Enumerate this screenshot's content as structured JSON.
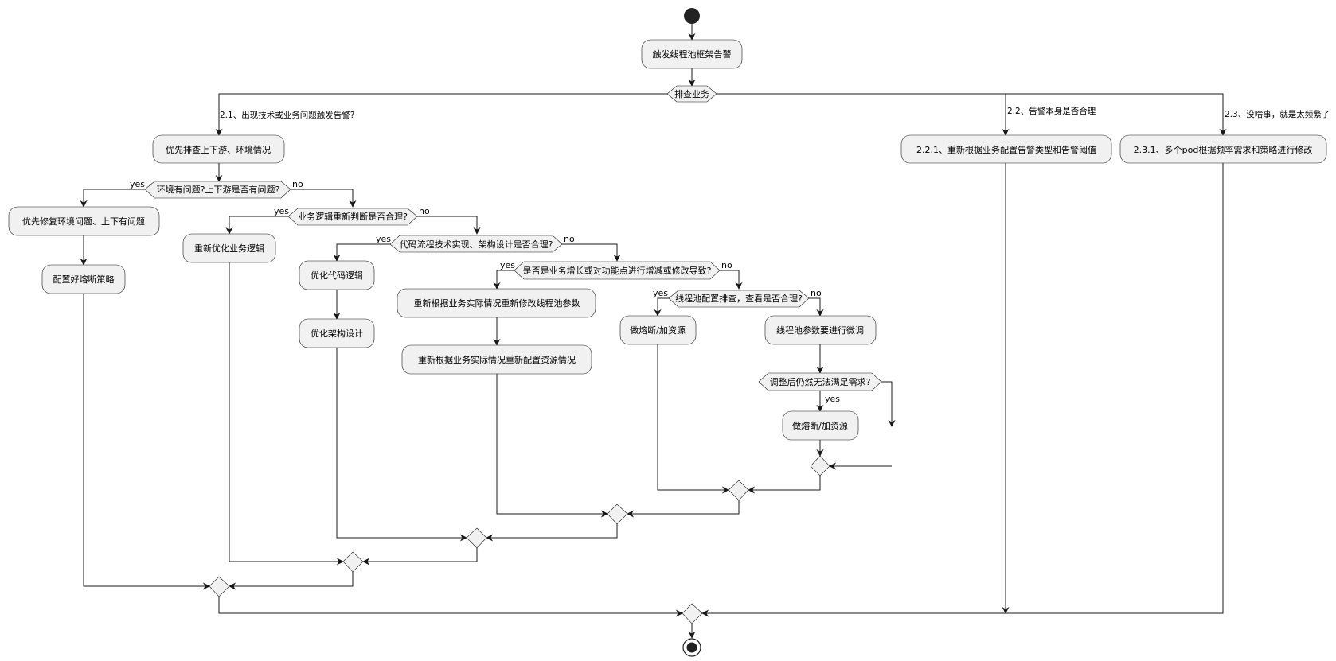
{
  "diagram": {
    "start": "",
    "trigger": "触发线程池框架告警",
    "check": "排查业务",
    "branch_21": "2.1、出现技术或业务问题触发告警?",
    "branch_22": "2.2、告警本身是否合理",
    "branch_23": "2.3、没啥事，就是太频繁了",
    "a_upstream": "优先排查上下游、环境情况",
    "a_221": "2.2.1、重新根据业务配置告警类型和告警阈值",
    "a_231": "2.3.1、多个pod根据频率需求和策略进行修改",
    "d_env": "环境有问题?上下游是否有问题?",
    "yes": "yes",
    "no": "no",
    "a_fix_env": "优先修复环境问题、上下有问题",
    "a_breaker_cfg": "配置好熔断策略",
    "d_biz": "业务逻辑重新判断是否合理?",
    "a_opt_biz": "重新优化业务逻辑",
    "d_code": "代码流程技术实现、架构设计是否合理?",
    "a_opt_code": "优化代码逻辑",
    "a_opt_arch": "优化架构设计",
    "d_growth": "是否是业务增长或对功能点进行增减或修改导致?",
    "a_retune_pool": "重新根据业务实际情况重新修改线程池参数",
    "a_reconfig_res": "重新根据业务实际情况重新配置资源情况",
    "d_pool": "线程池配置排查，查看是否合理?",
    "a_breaker_res_1": "做熔断/加资源",
    "a_finetune": "线程池参数要进行微调",
    "d_still": "调整后仍然无法满足需求?",
    "a_breaker_res_2": "做熔断/加资源"
  }
}
